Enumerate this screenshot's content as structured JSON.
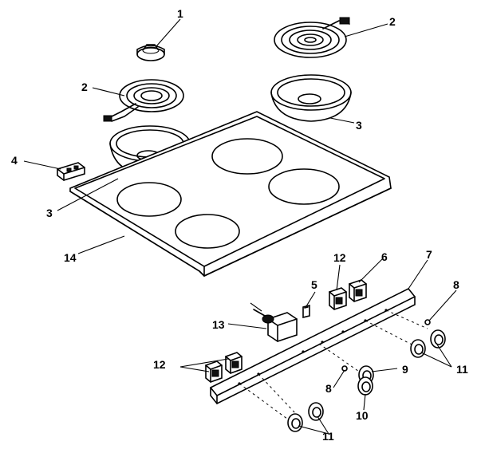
{
  "labels": {
    "l1": "1",
    "l2a": "2",
    "l2b": "2",
    "l3a": "3",
    "l3b": "3",
    "l4": "4",
    "l5": "5",
    "l6": "6",
    "l7": "7",
    "l8a": "8",
    "l8b": "8",
    "l9": "9",
    "l10": "10",
    "l11a": "11",
    "l11b": "11",
    "l12a": "12",
    "l12b": "12",
    "l13": "13",
    "l14": "14"
  }
}
